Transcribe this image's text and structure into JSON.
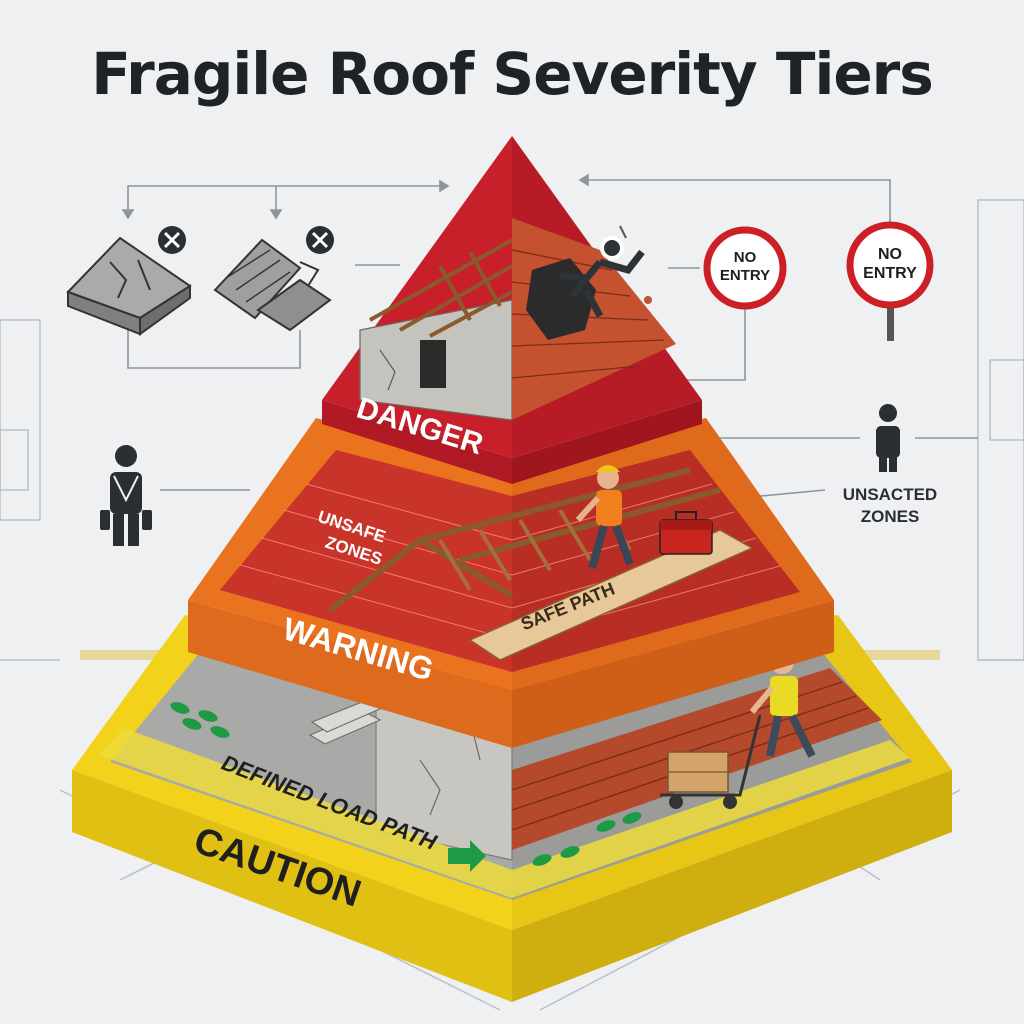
{
  "title": "Fragile Roof Severity Tiers",
  "tiers": {
    "danger": {
      "label": "DANGER"
    },
    "warning": {
      "label": "WARNING",
      "zone_line1": "UNSAFE",
      "zone_line2": "ZONES",
      "path_label": "SAFE PATH"
    },
    "caution": {
      "label": "CAUTION",
      "path_label": "DEFINED LOAD PATH"
    }
  },
  "signs": [
    {
      "line1": "NO",
      "line2": "ENTRY"
    },
    {
      "line1": "NO",
      "line2": "ENTRY"
    }
  ],
  "side_label": {
    "line1": "UNSACTED",
    "line2": "ZONES"
  },
  "colors": {
    "danger": "#c8202b",
    "warning": "#ea7320",
    "caution": "#f2d21a",
    "sign_red": "#cc1f26",
    "title": "#1f2327"
  },
  "icons": [
    "fragile-roof-icon",
    "broken-tiles-icon",
    "close-icon",
    "worker-harness-icon",
    "person-icon",
    "falling-person-icon",
    "toolbox-icon",
    "footprints-icon",
    "arrow-right-icon",
    "hand-truck-icon"
  ]
}
